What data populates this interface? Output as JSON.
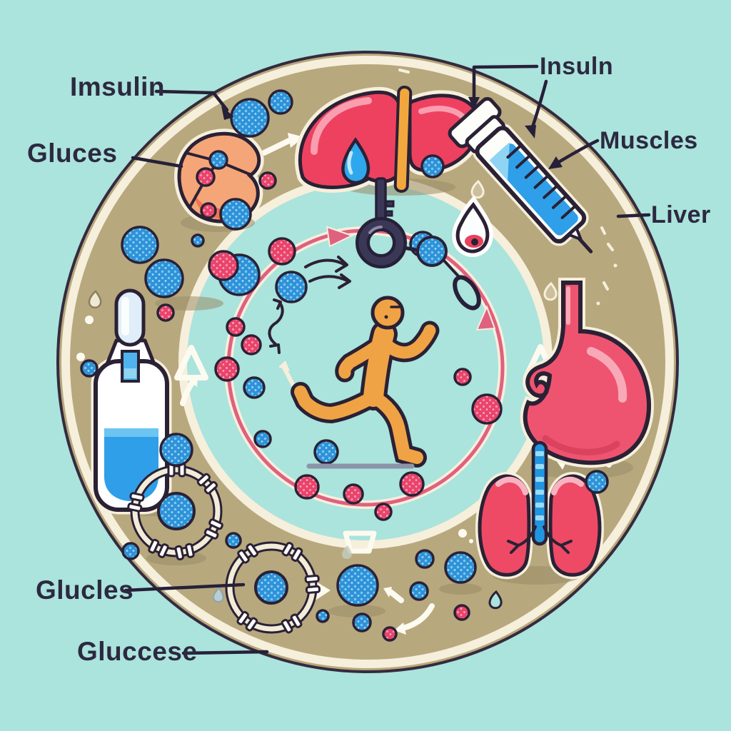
{
  "figure": {
    "type": "illustrated-diagram",
    "subject": "Insulin and glucose metabolism cycle illustration with running figure, organs, syringe and insulin vial"
  },
  "labels": {
    "top_left_insulin": "Imsulin",
    "left_glucose": "Gluces",
    "top_right_insulin": "Insuln",
    "muscles": "Muscles",
    "liver": "Liver",
    "bottom_left_glucose": "Glucles",
    "bottom_glucose": "Gluccese"
  },
  "icons": [
    {
      "name": "liver-icon",
      "meaning": "red liver with orange band and blue gallbladder drop"
    },
    {
      "name": "pancreas-icon",
      "meaning": "orange pancreas releasing glucose and insulin dots"
    },
    {
      "name": "syringe-icon",
      "meaning": "tilted insulin syringe with blue liquid and scale ticks"
    },
    {
      "name": "stomach-icon",
      "meaning": "pink stomach with esophagus"
    },
    {
      "name": "lungs-icon",
      "meaning": "pink lungs with striped blue trachea"
    },
    {
      "name": "insulin-vial-icon",
      "meaning": "white dropper vial half filled with blue insulin"
    },
    {
      "name": "runner-icon",
      "meaning": "orange running human figure on ground line"
    },
    {
      "name": "key-icon",
      "meaning": "dark key linked to glucose molecule (cell unlocking)"
    },
    {
      "name": "blood-drop-icon",
      "meaning": "blood drop on inner circle"
    },
    {
      "name": "glucose-molecule-icon",
      "meaning": "speckled blue sphere"
    },
    {
      "name": "insulin-molecule-icon",
      "meaning": "speckled pink sphere"
    },
    {
      "name": "cell-receptor-icon",
      "meaning": "cell circle with membrane receptor channels"
    },
    {
      "name": "cycle-arrow-icon",
      "meaning": "pink circular pathway with arrows"
    },
    {
      "name": "triangle-marker-icon",
      "meaning": "cream triangle marker on inner ring"
    },
    {
      "name": "trapezoid-marker-icon",
      "meaning": "cream trapezoid marker on inner ring"
    }
  ],
  "colors": {
    "background": "#abe3dd",
    "ring_band": "#b7a87e",
    "ring_outline_cream": "#f6efdb",
    "dark_outline": "#2a2135",
    "organ_pink": "#ee4a66",
    "molecule_blue": "#2f92d8",
    "molecule_pink": "#e9446b",
    "runner_orange": "#f0a344",
    "cycle_path_pink": "#e06080",
    "label_text": "#2c2940",
    "liquid_blue": "#2e9fe8"
  }
}
